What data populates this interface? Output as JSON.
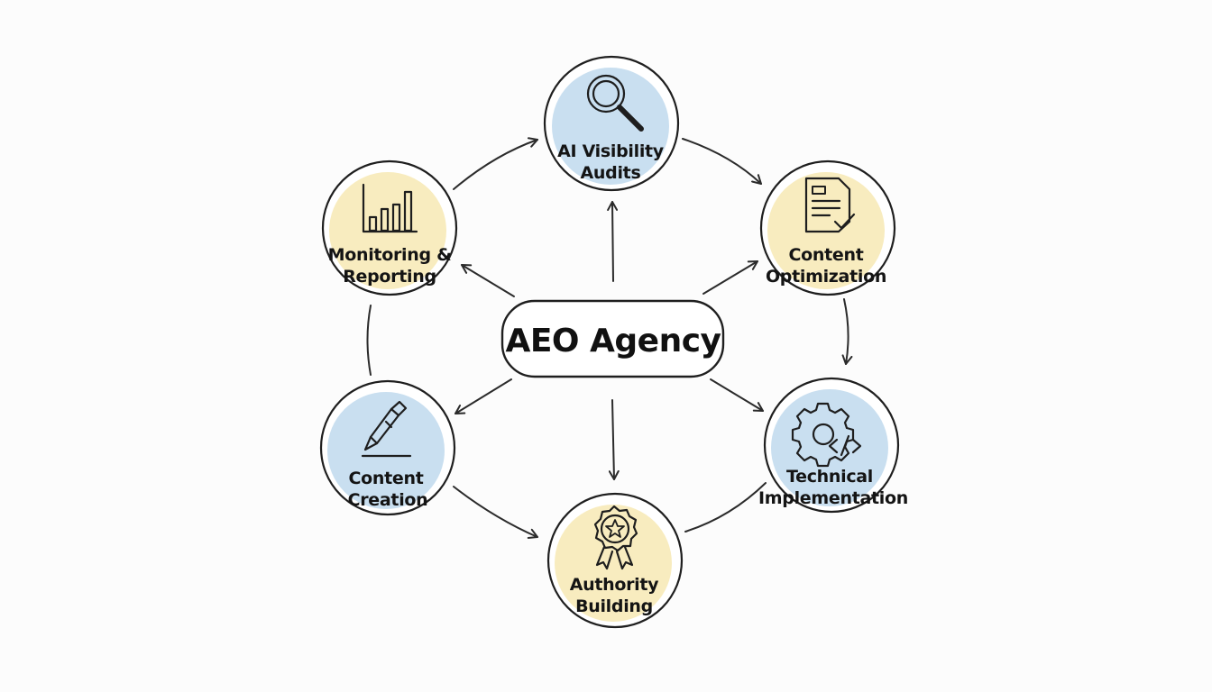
{
  "center": {
    "label": "AEO Agency"
  },
  "colors": {
    "blue_fill": "#c9dff0",
    "yellow_fill": "#f8ecbf",
    "outline": "#1f1f1f"
  },
  "nodes": [
    {
      "id": "ai-visibility-audits",
      "line1": "AI Visibility",
      "line2": "Audits",
      "icon": "magnifying-glass-icon",
      "fill": "blue"
    },
    {
      "id": "content-optimization",
      "line1": "Content",
      "line2": "Optimization",
      "icon": "document-check-icon",
      "fill": "yellow"
    },
    {
      "id": "technical-implementation",
      "line1": "Technical",
      "line2": "Implementation",
      "icon": "gear-code-icon",
      "fill": "blue"
    },
    {
      "id": "authority-building",
      "line1": "Authority",
      "line2": "Building",
      "icon": "award-badge-icon",
      "fill": "yellow"
    },
    {
      "id": "content-creation",
      "line1": "Content",
      "line2": "Creation",
      "icon": "pen-icon",
      "fill": "blue"
    },
    {
      "id": "monitoring-reporting",
      "line1": "Monitoring &",
      "line2": "Reporting",
      "icon": "bar-chart-icon",
      "fill": "yellow"
    }
  ]
}
